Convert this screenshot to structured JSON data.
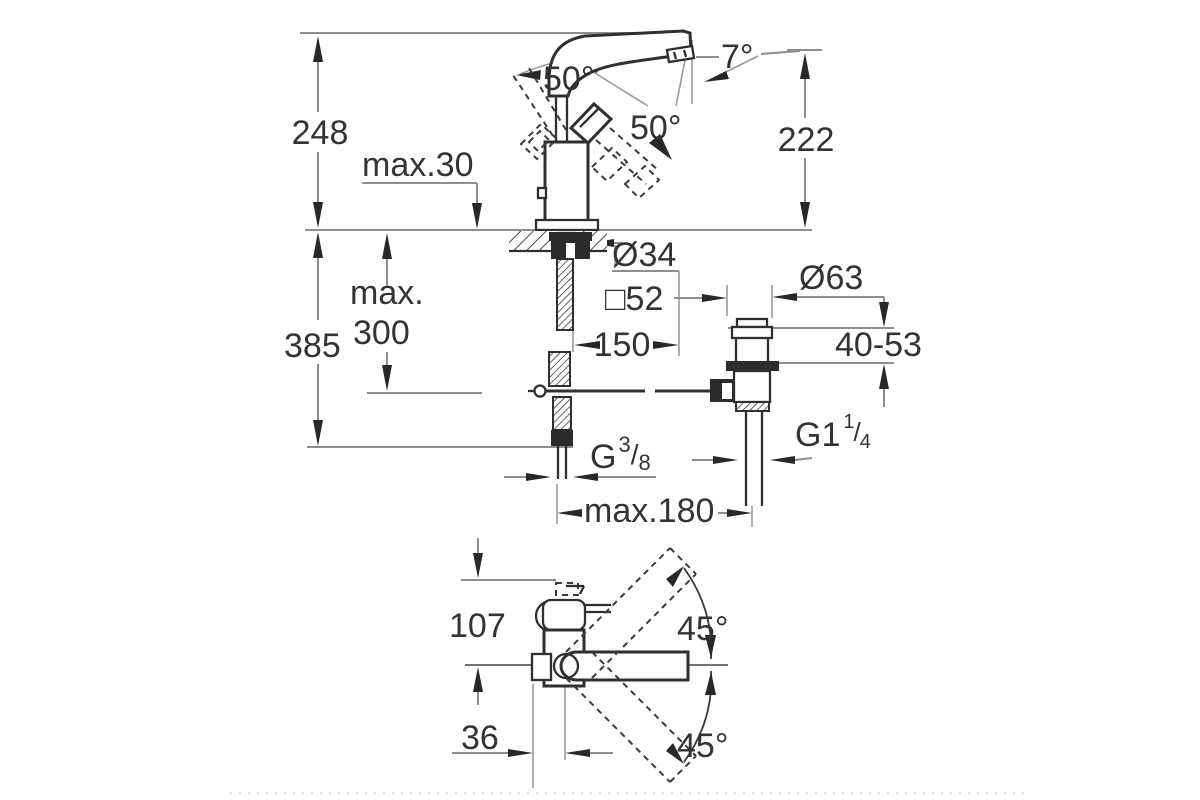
{
  "drawing": {
    "description": "technical dimension drawing of single-lever basin mixer with pop-up waste",
    "background": "#ffffff",
    "line_color": "#2f2f2f",
    "dimension_line_color": "#8e8e8e",
    "front_view": {
      "labels": {
        "overall_height": "248",
        "deck_max_thickness": "max.30",
        "lever_swing_front": "50°",
        "lever_swing_back": "50°",
        "spout_tilt": "7°",
        "spout_height": "222",
        "hole_diameter": "Ø34",
        "base_square": "□52",
        "spout_reach": "150",
        "hose_max_line1": "max.",
        "hose_max_line2": "300",
        "install_depth": "385",
        "waste_flange_diameter": "Ø63",
        "counter_thickness_range": "40-53",
        "supply_thread": {
          "base": "G",
          "sup": "3",
          "slash": "/",
          "sub": "8"
        },
        "waste_thread": {
          "base": "G1",
          "sup": "1",
          "slash": "/",
          "sub": "4"
        },
        "max_center_distance": "max.180"
      }
    },
    "top_view": {
      "labels": {
        "body_depth": "107",
        "spout_swivel_up": "45°",
        "spout_swivel_down": "45°",
        "spout_offset": "36"
      }
    }
  }
}
